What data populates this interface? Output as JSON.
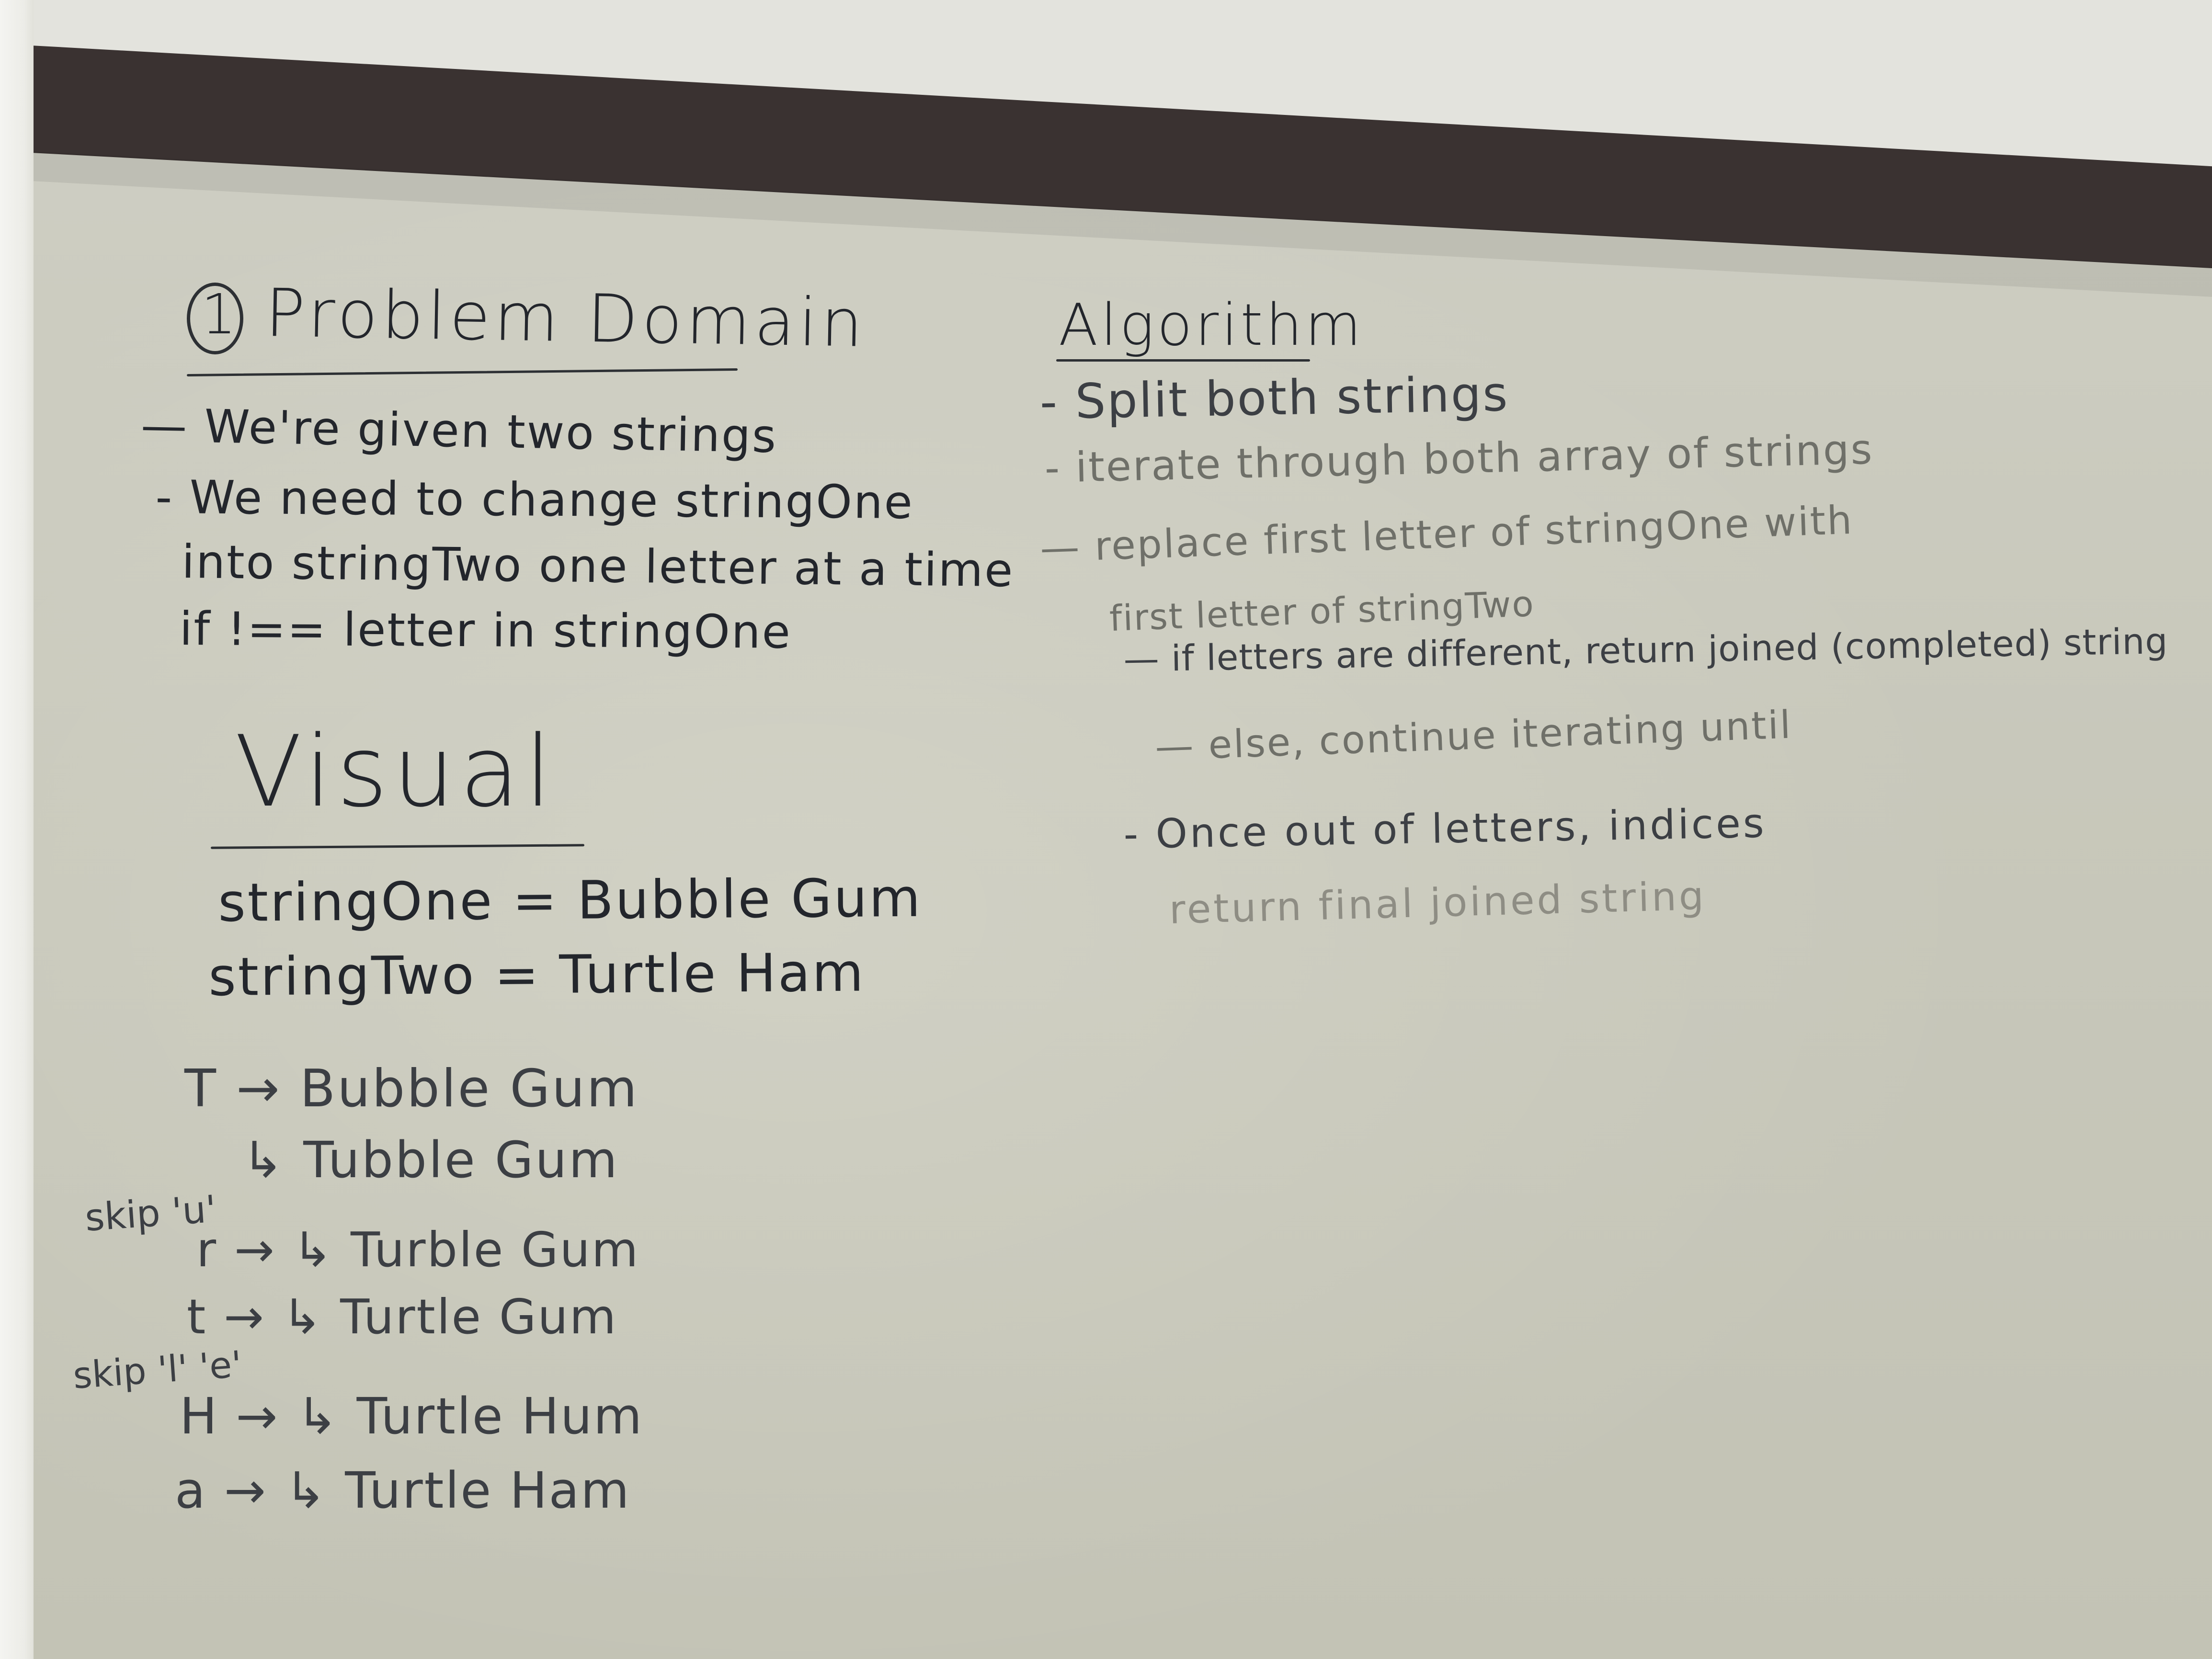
{
  "problem_domain": {
    "number": "1",
    "heading": "Problem Domain",
    "lines": [
      "— We're given two strings",
      "- We need to change stringOne",
      "into stringTwo one letter at a time",
      "if !== letter in stringOne"
    ]
  },
  "visual": {
    "heading": "Visual",
    "definitions": [
      "stringOne = Bubble Gum",
      "stringTwo = Turtle Ham"
    ],
    "steps": [
      "T → Bubble Gum",
      "↳ Tubble Gum",
      "skip 'u'",
      "r → ↳ Turble Gum",
      "t → ↳ Turtle Gum",
      "skip 'l' 'e'",
      "H → ↳ Turtle Hum",
      "a → ↳ Turtle Ham"
    ]
  },
  "algorithm": {
    "heading": "Algorithm",
    "lines": [
      "- Split both strings",
      "- iterate through both array of strings",
      "— replace first letter of stringOne with",
      "first letter of stringTwo",
      "— if letters are different, return joined (completed) string",
      "— else, continue iterating until",
      "- Once out of letters, indices",
      "return final joined string"
    ]
  }
}
